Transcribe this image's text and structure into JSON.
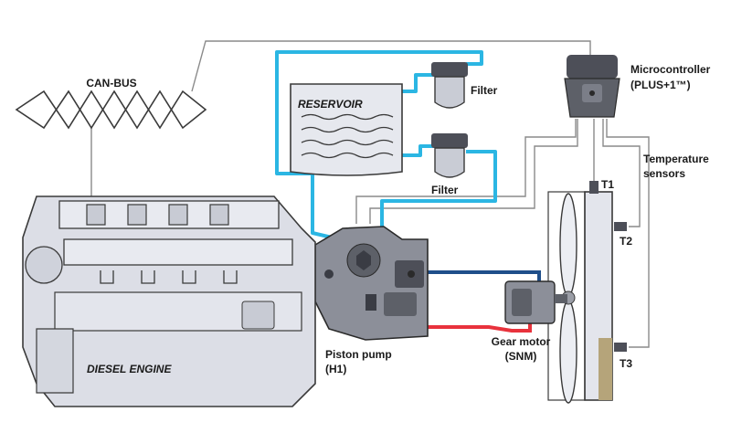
{
  "labels": {
    "can_bus": "CAN-BUS",
    "reservoir": "RESERVOIR",
    "filter_top": "Filter",
    "filter_bottom": "Filter",
    "microcontroller_line1": "Microcontroller",
    "microcontroller_line2": "(PLUS+1™)",
    "temperature_line1": "Temperature",
    "temperature_line2": "sensors",
    "t1": "T1",
    "t2": "T2",
    "t3": "T3",
    "diesel_engine": "DIESEL ENGINE",
    "piston_pump_line1": "Piston pump",
    "piston_pump_line2": "(H1)",
    "gear_motor_line1": "Gear motor",
    "gear_motor_line2": "(SNM)"
  },
  "colors": {
    "hydraulic_supply": "#2bb6e3",
    "hydraulic_high_pressure": "#e8323c",
    "hydraulic_return": "#1f4f8a",
    "signal_wire": "#8a8a8a",
    "component_fill": "#d9dbe3",
    "component_dark": "#4d4f58",
    "radiator_coolant": "#b5a47a"
  }
}
